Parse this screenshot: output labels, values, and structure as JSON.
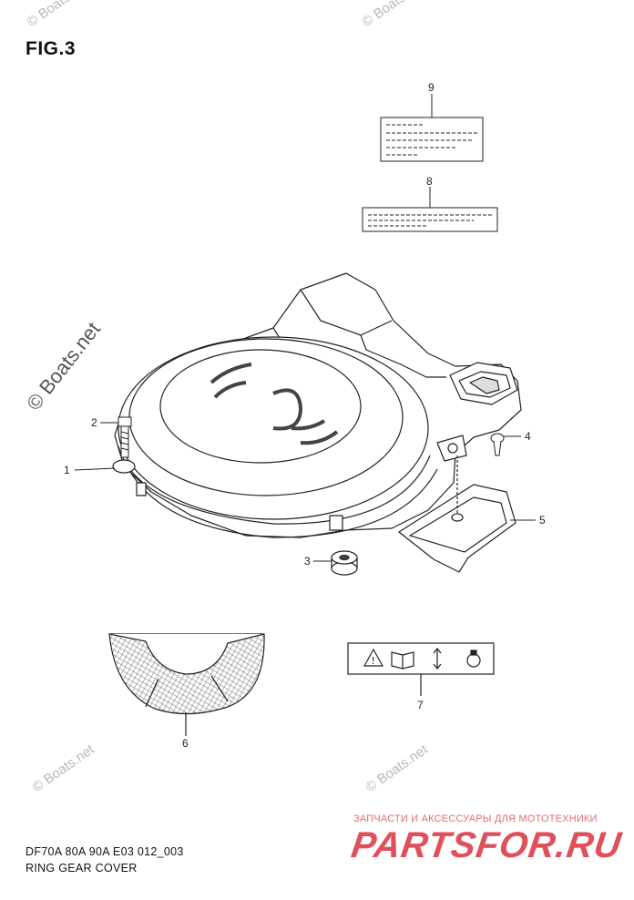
{
  "figure": {
    "title": "FIG.3",
    "model_code": "DF70A 80A 90A E03 012_003",
    "name": "RING GEAR COVER"
  },
  "callouts": [
    "1",
    "2",
    "3",
    "4",
    "5",
    "6",
    "7",
    "8",
    "9"
  ],
  "watermarks": {
    "side": "© Boats.net",
    "small": "© Boats.net"
  },
  "branding": {
    "tagline": "ЗАПЧАСТИ И АКСЕССУАРЫ ДЛЯ МОТОТЕХНИКИ",
    "logo": "PARTSFOR.RU"
  },
  "icons": [
    "warning-icon",
    "manual-icon",
    "up-down-arrow-icon",
    "knob-icon"
  ],
  "colors": {
    "line": "#222222",
    "watermark": "#b8b8b8",
    "brand": "#e0505c"
  }
}
